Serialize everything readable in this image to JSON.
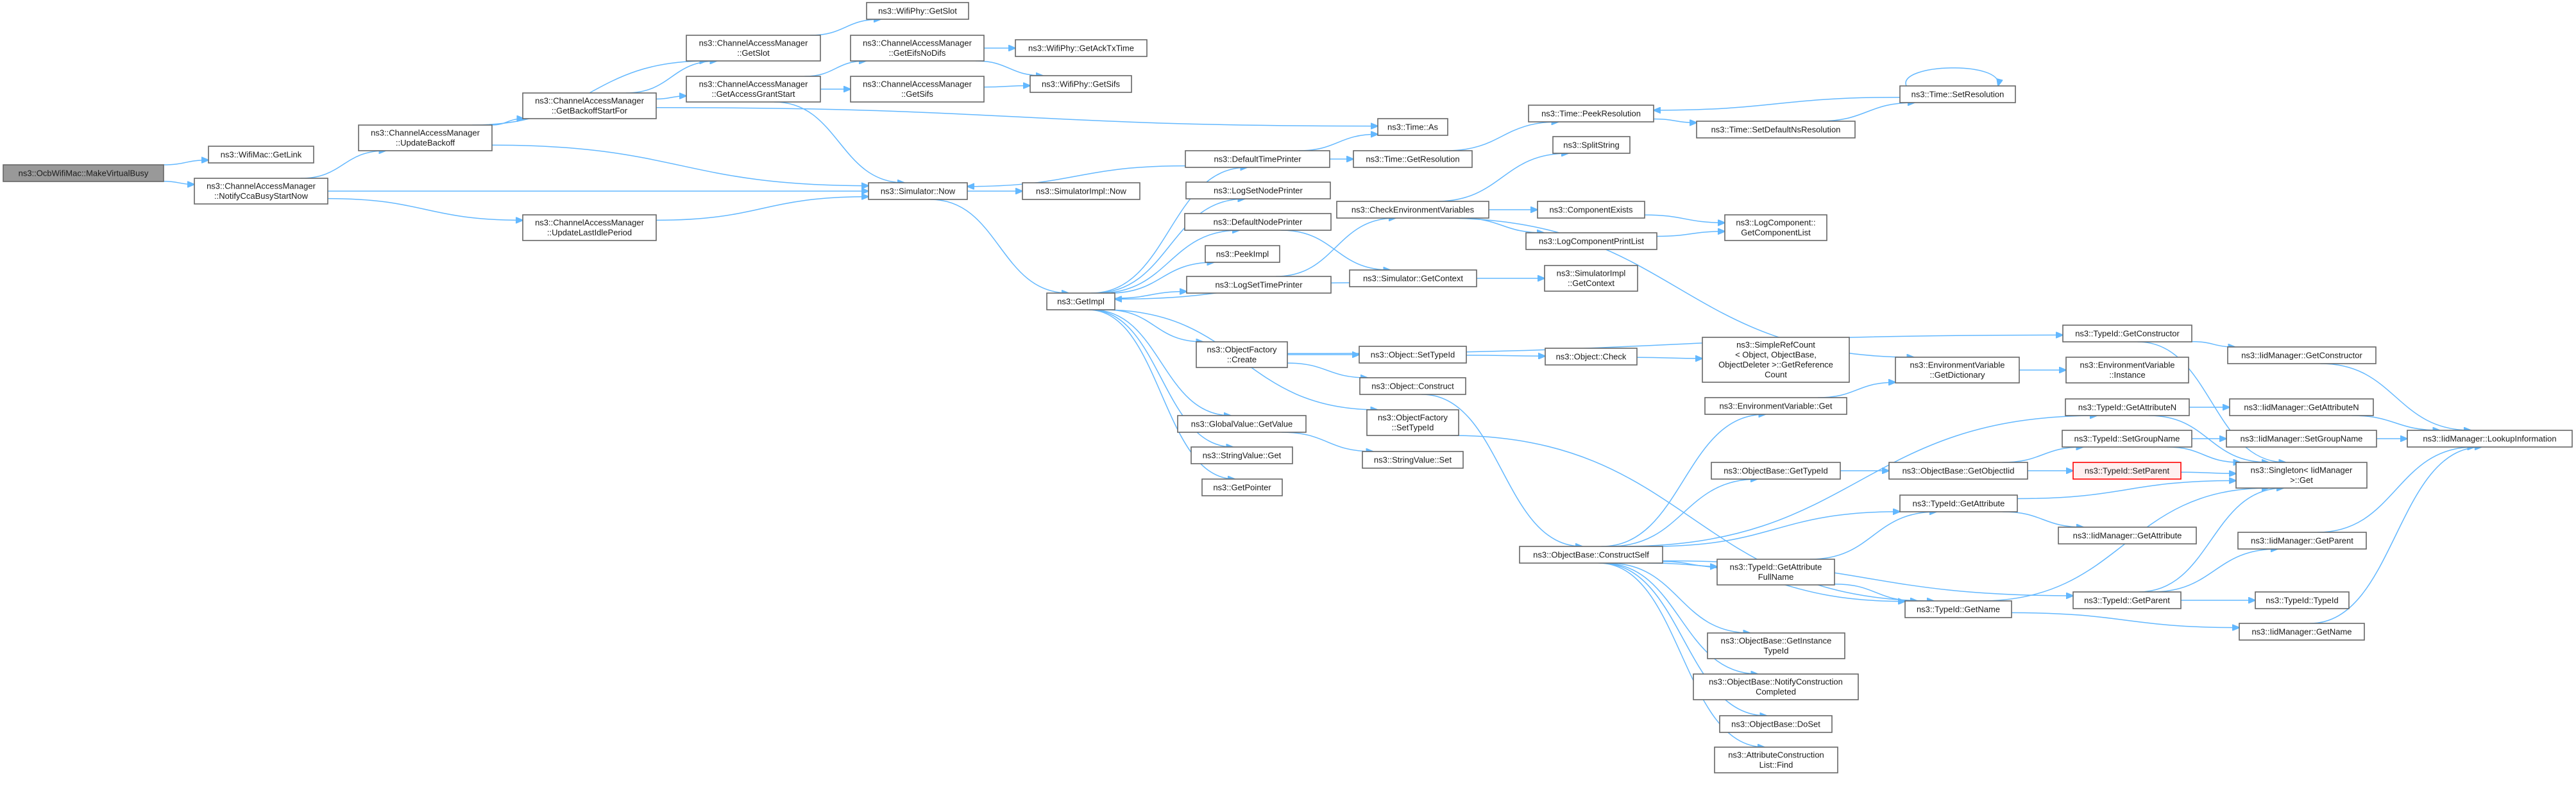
{
  "colors": {
    "edge": "#63b8ff",
    "node_border": "#666666",
    "root_fill": "#999999",
    "warn_border": "#ff0000"
  },
  "nodes": [
    {
      "id": "mvb",
      "lines": [
        "ns3::OcbWifiMac::MakeVirtualBusy"
      ],
      "kind": "root"
    },
    {
      "id": "getlink",
      "lines": [
        "ns3::WifiMac::GetLink"
      ]
    },
    {
      "id": "ncca",
      "lines": [
        "ns3::ChannelAccessManager",
        "::NotifyCcaBusyStartNow"
      ]
    },
    {
      "id": "updbackoff",
      "lines": [
        "ns3::ChannelAccessManager",
        "::UpdateBackoff"
      ]
    },
    {
      "id": "updidle",
      "lines": [
        "ns3::ChannelAccessManager",
        "::UpdateLastIdlePeriod"
      ]
    },
    {
      "id": "backoffstart",
      "lines": [
        "ns3::ChannelAccessManager",
        "::GetBackoffStartFor"
      ]
    },
    {
      "id": "camslot",
      "lines": [
        "ns3::ChannelAccessManager",
        "::GetSlot"
      ]
    },
    {
      "id": "grant",
      "lines": [
        "ns3::ChannelAccessManager",
        "::GetAccessGrantStart"
      ]
    },
    {
      "id": "physlot",
      "lines": [
        "ns3::WifiPhy::GetSlot"
      ]
    },
    {
      "id": "eifs",
      "lines": [
        "ns3::ChannelAccessManager",
        "::GetEifsNoDifs"
      ]
    },
    {
      "id": "acktx",
      "lines": [
        "ns3::WifiPhy::GetAckTxTime"
      ]
    },
    {
      "id": "camsifs",
      "lines": [
        "ns3::ChannelAccessManager",
        "::GetSifs"
      ]
    },
    {
      "id": "physifs",
      "lines": [
        "ns3::WifiPhy::GetSifs"
      ]
    },
    {
      "id": "simnow",
      "lines": [
        "ns3::Simulator::Now"
      ]
    },
    {
      "id": "simimplnow",
      "lines": [
        "ns3::SimulatorImpl::Now"
      ]
    },
    {
      "id": "deftime",
      "lines": [
        "ns3::DefaultTimePrinter"
      ]
    },
    {
      "id": "logsetnode",
      "lines": [
        "ns3::LogSetNodePrinter"
      ]
    },
    {
      "id": "defnode",
      "lines": [
        "ns3::DefaultNodePrinter"
      ]
    },
    {
      "id": "peekimpl",
      "lines": [
        "ns3::PeekImpl"
      ]
    },
    {
      "id": "getimpl",
      "lines": [
        "ns3::GetImpl"
      ]
    },
    {
      "id": "logsettime",
      "lines": [
        "ns3::LogSetTimePrinter"
      ]
    },
    {
      "id": "ofcreate",
      "lines": [
        "ns3::ObjectFactory",
        "::Create"
      ]
    },
    {
      "id": "gvget",
      "lines": [
        "ns3::GlobalValue::GetValue"
      ]
    },
    {
      "id": "svget",
      "lines": [
        "ns3::StringValue::Get"
      ]
    },
    {
      "id": "getpointer",
      "lines": [
        "ns3::GetPointer"
      ]
    },
    {
      "id": "timeas",
      "lines": [
        "ns3::Time::As"
      ]
    },
    {
      "id": "getres",
      "lines": [
        "ns3::Time::GetResolution"
      ]
    },
    {
      "id": "peekres",
      "lines": [
        "ns3::Time::PeekResolution"
      ]
    },
    {
      "id": "setdefns",
      "lines": [
        "ns3::Time::SetDefaultNsResolution"
      ]
    },
    {
      "id": "setres",
      "lines": [
        "ns3::Time::SetResolution"
      ]
    },
    {
      "id": "split",
      "lines": [
        "ns3::SplitString"
      ]
    },
    {
      "id": "checkenv",
      "lines": [
        "ns3::CheckEnvironmentVariables"
      ]
    },
    {
      "id": "compexists",
      "lines": [
        "ns3::ComponentExists"
      ]
    },
    {
      "id": "logprint",
      "lines": [
        "ns3::LogComponentPrintList"
      ]
    },
    {
      "id": "complist",
      "lines": [
        "ns3::LogComponent::",
        "GetComponentList"
      ]
    },
    {
      "id": "simctx",
      "lines": [
        "ns3::Simulator::GetContext"
      ]
    },
    {
      "id": "simimplctx",
      "lines": [
        "ns3::SimulatorImpl",
        "::GetContext"
      ]
    },
    {
      "id": "objsettid",
      "lines": [
        "ns3::Object::SetTypeId"
      ]
    },
    {
      "id": "objconstruct",
      "lines": [
        "ns3::Object::Construct"
      ]
    },
    {
      "id": "objcheck",
      "lines": [
        "ns3::Object::Check"
      ]
    },
    {
      "id": "refcount",
      "lines": [
        "ns3::SimpleRefCount",
        "< Object, ObjectBase,",
        "ObjectDeleter >::GetReference",
        "Count"
      ]
    },
    {
      "id": "envget",
      "lines": [
        "ns3::EnvironmentVariable::Get"
      ]
    },
    {
      "id": "ofsettid",
      "lines": [
        "ns3::ObjectFactory",
        "::SetTypeId"
      ]
    },
    {
      "id": "svset",
      "lines": [
        "ns3::StringValue::Set"
      ]
    },
    {
      "id": "obgettid",
      "lines": [
        "ns3::ObjectBase::GetTypeId"
      ]
    },
    {
      "id": "tidctor",
      "lines": [
        "ns3::TypeId::GetConstructor"
      ]
    },
    {
      "id": "iidctor",
      "lines": [
        "ns3::IidManager::GetConstructor"
      ]
    },
    {
      "id": "envdict",
      "lines": [
        "ns3::EnvironmentVariable",
        "::GetDictionary"
      ]
    },
    {
      "id": "envinst",
      "lines": [
        "ns3::EnvironmentVariable",
        "::Instance"
      ]
    },
    {
      "id": "tidattrn",
      "lines": [
        "ns3::TypeId::GetAttributeN"
      ]
    },
    {
      "id": "iidattrn",
      "lines": [
        "ns3::IidManager::GetAttributeN"
      ]
    },
    {
      "id": "tidgroup",
      "lines": [
        "ns3::TypeId::SetGroupName"
      ]
    },
    {
      "id": "iidgroup",
      "lines": [
        "ns3::IidManager::SetGroupName"
      ]
    },
    {
      "id": "lookup",
      "lines": [
        "ns3::IidManager::LookupInformation"
      ]
    },
    {
      "id": "objiid",
      "lines": [
        "ns3::ObjectBase::GetObjectIid"
      ]
    },
    {
      "id": "setparent",
      "lines": [
        "ns3::TypeId::SetParent"
      ],
      "kind": "warn"
    },
    {
      "id": "singleton",
      "lines": [
        "ns3::Singleton< IidManager",
        ">::Get"
      ]
    },
    {
      "id": "tidattr",
      "lines": [
        "ns3::TypeId::GetAttribute"
      ]
    },
    {
      "id": "iidattr",
      "lines": [
        "ns3::IidManager::GetAttribute"
      ]
    },
    {
      "id": "iidparent",
      "lines": [
        "ns3::IidManager::GetParent"
      ]
    },
    {
      "id": "tidparent",
      "lines": [
        "ns3::TypeId::GetParent"
      ]
    },
    {
      "id": "tidtid",
      "lines": [
        "ns3::TypeId::TypeId"
      ]
    },
    {
      "id": "tidname",
      "lines": [
        "ns3::TypeId::GetName"
      ]
    },
    {
      "id": "iidname",
      "lines": [
        "ns3::IidManager::GetName"
      ]
    },
    {
      "id": "constructself",
      "lines": [
        "ns3::ObjectBase::ConstructSelf"
      ]
    },
    {
      "id": "attrfull",
      "lines": [
        "ns3::TypeId::GetAttribute",
        "FullName"
      ]
    },
    {
      "id": "insttid",
      "lines": [
        "ns3::ObjectBase::GetInstance",
        "TypeId"
      ]
    },
    {
      "id": "notifyctor",
      "lines": [
        "ns3::ObjectBase::NotifyConstruction",
        "Completed"
      ]
    },
    {
      "id": "doset",
      "lines": [
        "ns3::ObjectBase::DoSet"
      ]
    },
    {
      "id": "acfind",
      "lines": [
        "ns3::AttributeConstruction",
        "List::Find"
      ]
    }
  ],
  "edges": [
    [
      "mvb",
      "getlink"
    ],
    [
      "mvb",
      "ncca"
    ],
    [
      "ncca",
      "updbackoff"
    ],
    [
      "ncca",
      "simnow"
    ],
    [
      "ncca",
      "updidle"
    ],
    [
      "updbackoff",
      "backoffstart"
    ],
    [
      "updbackoff",
      "camslot"
    ],
    [
      "updbackoff",
      "simnow"
    ],
    [
      "updidle",
      "simnow"
    ],
    [
      "backoffstart",
      "camslot"
    ],
    [
      "backoffstart",
      "grant"
    ],
    [
      "backoffstart",
      "timeas"
    ],
    [
      "camslot",
      "physlot"
    ],
    [
      "grant",
      "eifs"
    ],
    [
      "grant",
      "camsifs"
    ],
    [
      "grant",
      "simnow"
    ],
    [
      "eifs",
      "acktx"
    ],
    [
      "eifs",
      "physifs"
    ],
    [
      "camsifs",
      "physifs"
    ],
    [
      "simnow",
      "simimplnow"
    ],
    [
      "simnow",
      "getimpl"
    ],
    [
      "deftime",
      "simnow"
    ],
    [
      "deftime",
      "timeas"
    ],
    [
      "deftime",
      "getres"
    ],
    [
      "getimpl",
      "deftime"
    ],
    [
      "getimpl",
      "logsetnode"
    ],
    [
      "getimpl",
      "defnode"
    ],
    [
      "getimpl",
      "peekimpl"
    ],
    [
      "getimpl",
      "logsettime"
    ],
    [
      "getimpl",
      "ofcreate"
    ],
    [
      "getimpl",
      "gvget"
    ],
    [
      "getimpl",
      "svget"
    ],
    [
      "getimpl",
      "getpointer"
    ],
    [
      "getimpl",
      "ofsettid"
    ],
    [
      "logsettime",
      "checkenv"
    ],
    [
      "defnode",
      "simctx"
    ],
    [
      "simctx",
      "getimpl"
    ],
    [
      "simctx",
      "simimplctx"
    ],
    [
      "getres",
      "peekres"
    ],
    [
      "peekres",
      "setdefns"
    ],
    [
      "setdefns",
      "setres"
    ],
    [
      "setres",
      "peekres"
    ],
    [
      "setres",
      "setres"
    ],
    [
      "checkenv",
      "split"
    ],
    [
      "checkenv",
      "envdict"
    ],
    [
      "checkenv",
      "compexists"
    ],
    [
      "checkenv",
      "logprint"
    ],
    [
      "compexists",
      "complist"
    ],
    [
      "logprint",
      "complist"
    ],
    [
      "ofcreate",
      "tidctor"
    ],
    [
      "ofcreate",
      "objsettid"
    ],
    [
      "ofcreate",
      "objconstruct"
    ],
    [
      "objsettid",
      "objcheck"
    ],
    [
      "objcheck",
      "refcount"
    ],
    [
      "objconstruct",
      "constructself"
    ],
    [
      "ofsettid",
      "tidname"
    ],
    [
      "gvget",
      "svset"
    ],
    [
      "envget",
      "envdict"
    ],
    [
      "envdict",
      "envinst"
    ],
    [
      "constructself",
      "envget"
    ],
    [
      "constructself",
      "tidattrn"
    ],
    [
      "constructself",
      "obgettid"
    ],
    [
      "constructself",
      "tidattr"
    ],
    [
      "constructself",
      "attrfull"
    ],
    [
      "constructself",
      "tidname"
    ],
    [
      "constructself",
      "tidparent"
    ],
    [
      "constructself",
      "insttid"
    ],
    [
      "constructself",
      "notifyctor"
    ],
    [
      "constructself",
      "doset"
    ],
    [
      "constructself",
      "acfind"
    ],
    [
      "obgettid",
      "objiid"
    ],
    [
      "objiid",
      "tidgroup"
    ],
    [
      "objiid",
      "setparent"
    ],
    [
      "tidctor",
      "iidctor"
    ],
    [
      "tidctor",
      "singleton"
    ],
    [
      "iidctor",
      "lookup"
    ],
    [
      "tidattrn",
      "iidattrn"
    ],
    [
      "tidattrn",
      "singleton"
    ],
    [
      "iidattrn",
      "lookup"
    ],
    [
      "tidgroup",
      "iidgroup"
    ],
    [
      "tidgroup",
      "singleton"
    ],
    [
      "iidgroup",
      "lookup"
    ],
    [
      "setparent",
      "singleton"
    ],
    [
      "tidattr",
      "singleton"
    ],
    [
      "tidattr",
      "iidattr"
    ],
    [
      "attrfull",
      "tidattr"
    ],
    [
      "attrfull",
      "tidname"
    ],
    [
      "tidname",
      "singleton"
    ],
    [
      "tidname",
      "iidname"
    ],
    [
      "tidparent",
      "singleton"
    ],
    [
      "tidparent",
      "iidparent"
    ],
    [
      "tidparent",
      "tidtid"
    ],
    [
      "iidparent",
      "lookup"
    ],
    [
      "iidname",
      "lookup"
    ]
  ]
}
